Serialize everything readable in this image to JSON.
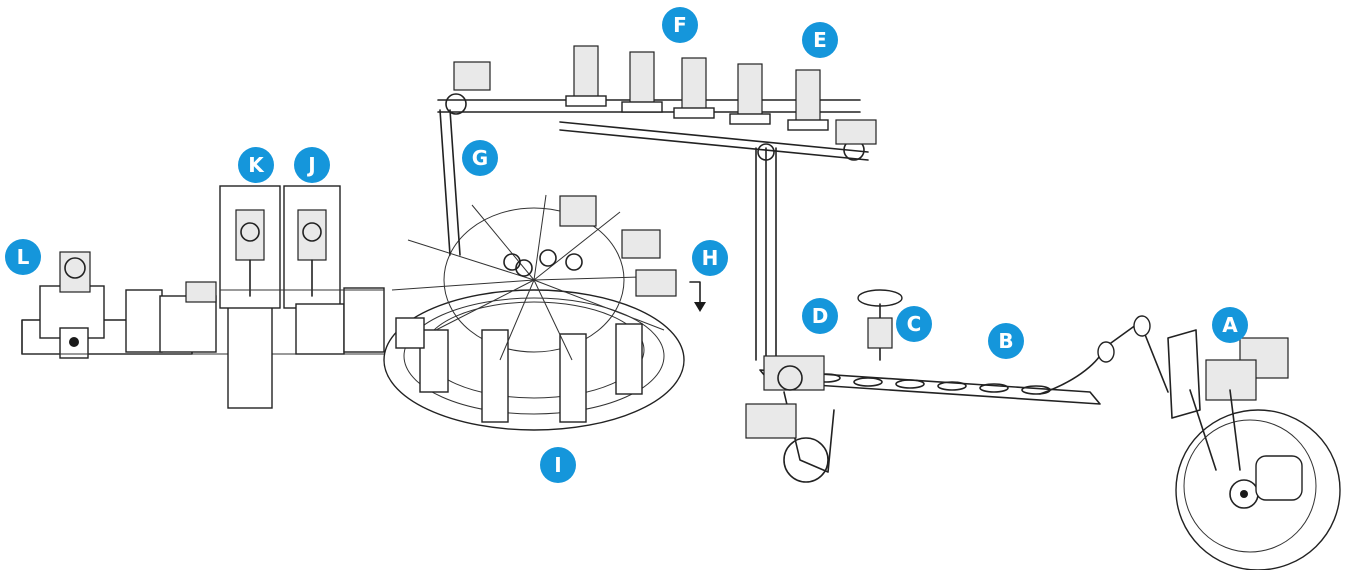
{
  "accent_color": "#1596db",
  "labels": [
    {
      "id": "A",
      "text": "A"
    },
    {
      "id": "B",
      "text": "B"
    },
    {
      "id": "C",
      "text": "C"
    },
    {
      "id": "D",
      "text": "D"
    },
    {
      "id": "E",
      "text": "E"
    },
    {
      "id": "F",
      "text": "F"
    },
    {
      "id": "G",
      "text": "G"
    },
    {
      "id": "H",
      "text": "H"
    },
    {
      "id": "I",
      "text": "I"
    },
    {
      "id": "J",
      "text": "J"
    },
    {
      "id": "K",
      "text": "K"
    },
    {
      "id": "L",
      "text": "L"
    }
  ]
}
